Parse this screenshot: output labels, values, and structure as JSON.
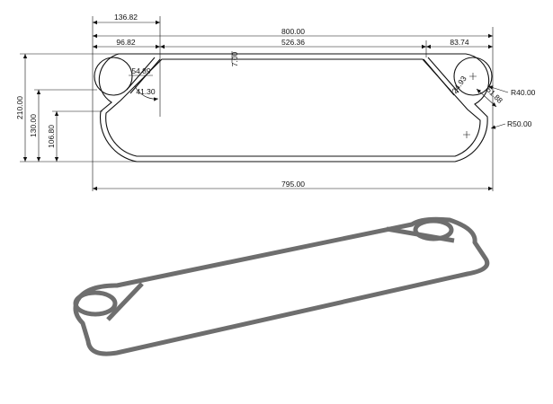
{
  "figure": {
    "top_view": {
      "dimensions": {
        "port_center_offset": "136.82",
        "overall_length": "800.00",
        "port_offset_left": "96.82",
        "center_span": "526.36",
        "port_offset_right": "83.74",
        "plate_thickness": "7.00",
        "left_angled_length": "54.89",
        "left_angle": "41.30",
        "right_angled_length_a": "24.93",
        "right_angled_length_b": "51.88",
        "port_radius": "R40.00",
        "corner_radius": "R50.00",
        "total_height": "210.00",
        "port_height": "130.00",
        "lower_height": "106.80",
        "body_length": "795.00"
      }
    },
    "isometric_view": {
      "stroke_color": "#6e6e6e"
    },
    "line_color": "#111111",
    "background": "#ffffff"
  }
}
